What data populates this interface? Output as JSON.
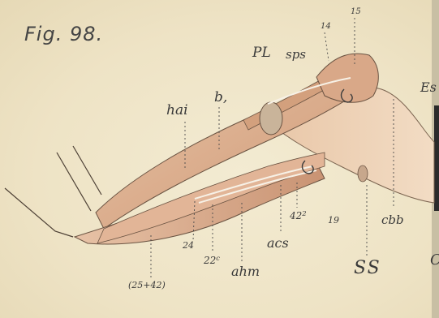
{
  "figure": {
    "title": "Fig. 98.",
    "labels": {
      "PL": "PL",
      "sps": "sps",
      "n14": "14",
      "n15": "15",
      "Es": "Es",
      "hai": "hai",
      "b1": "b,",
      "n42": "42",
      "n42_sup": "2",
      "n19": "19",
      "cbb": "cbb",
      "n24": "24",
      "n22": "22",
      "n22_sup": "c",
      "acs": "acs",
      "SS": "SS",
      "C": "C",
      "ahm": "ahm",
      "n2542": "(25+42)"
    }
  },
  "colors": {
    "paper": "#efe6c9",
    "muscle": "#d8a583",
    "muscle_light": "#e6bea0",
    "skin": "#e9cdb0",
    "outline": "#5a4a3c",
    "ink": "#3a3a3a",
    "tendon": "#f7f1e6"
  }
}
